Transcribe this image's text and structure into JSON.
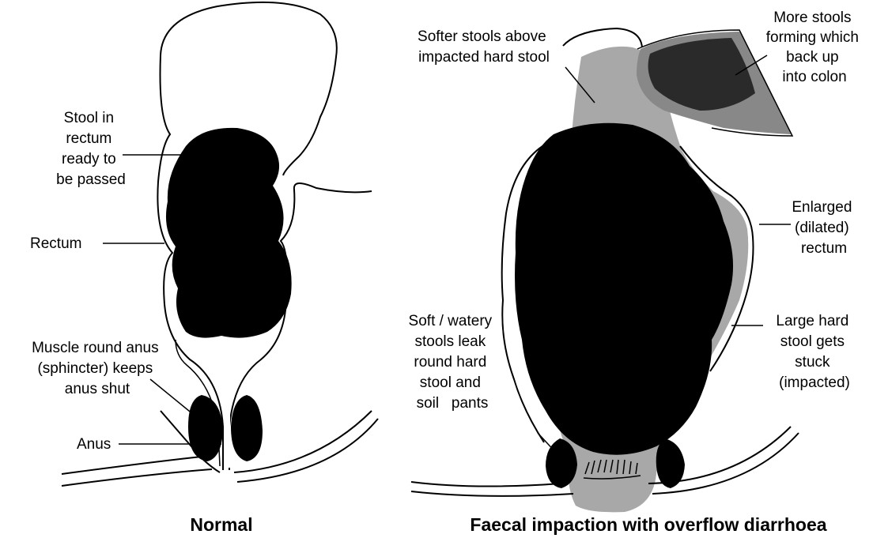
{
  "diagram": {
    "colors": {
      "stool": "#000000",
      "soft_stool": "#a8a8a8",
      "outline": "#000000",
      "background": "#ffffff"
    },
    "normal": {
      "labels": {
        "stool_in_rectum": [
          "Stool in",
          "rectum",
          "ready to",
          "be passed"
        ],
        "rectum": "Rectum",
        "muscle": [
          "Muscle round anus",
          "(sphincter) keeps",
          "anus shut"
        ],
        "anus": "Anus"
      },
      "caption": "Normal"
    },
    "impaction": {
      "labels": {
        "softer_stools": [
          "Softer stools above",
          "impacted hard stool"
        ],
        "more_stools": [
          "More stools",
          "forming which",
          "back up",
          "into colon"
        ],
        "enlarged_rectum": [
          "Enlarged",
          "(dilated)",
          "rectum"
        ],
        "soft_watery": [
          "Soft / watery",
          "stools leak",
          "round hard",
          "stool and",
          "soil   pants"
        ],
        "large_hard_stool": [
          "Large hard",
          "stool gets",
          "stuck",
          "(impacted)"
        ]
      },
      "caption": "Faecal impaction with overflow diarrhoea"
    }
  }
}
